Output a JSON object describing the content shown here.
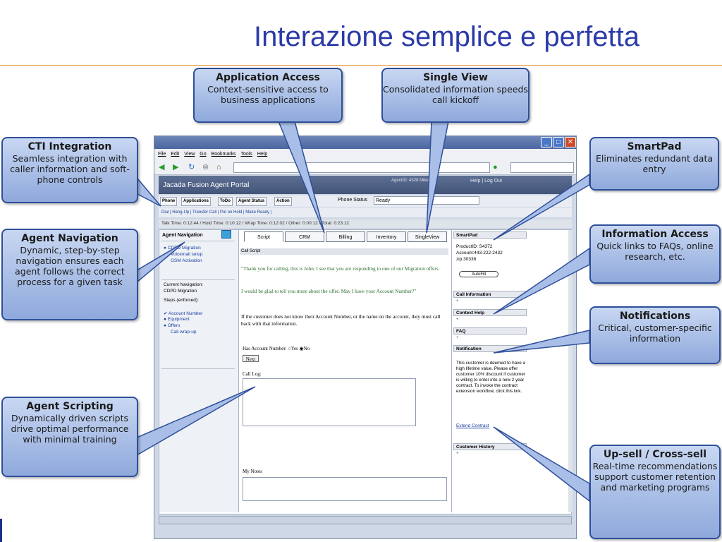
{
  "slide_title": "Interazione semplice e perfetta",
  "browser": {
    "menu": [
      "File",
      "Edit",
      "View",
      "Go",
      "Bookmarks",
      "Tools",
      "Help"
    ],
    "portal_name": "Jacada Fusion Agent Portal",
    "agent_id": "AgentID: 4328 Mike",
    "help_links": "Help | Log Out",
    "nav_tabs": [
      "Phone",
      "Applications",
      "ToDo",
      "Agent Status",
      "Action"
    ],
    "phone_status_label": "Phone Status",
    "phone_status_value": "Ready",
    "call_controls": "Dial | Hang-Up | Transfer Call | Put on Hold | Make Ready |",
    "timers": "Talk Time: 0:12:44 / Hold Time: 0:10:12 / Wrap Time: 0:12:02 / Other: 0:00:12 / Total: 0:23:12"
  },
  "left_nav": {
    "title": "Agent Navigation",
    "items": [
      "CDPD Migration",
      "Voicemail setup",
      "GSM Activation"
    ],
    "current_label": "Current Navigation:",
    "current_value": "CDPD Migration",
    "steps_label": "Steps (enforced):",
    "steps": [
      "Account Number",
      "Equipment",
      "Offers",
      "Call wrap-up"
    ]
  },
  "tabs": [
    "Script",
    "CRM",
    "Billing",
    "Inventory",
    "SingleView"
  ],
  "script": {
    "header": "Call Script",
    "p1": "\"Thank you for calling, this is John. I see that you are responding to one of our Migration offers.",
    "p2": "I would be glad to tell you more about the offer. May I have your Account Number?\"",
    "p3": "If the customer does not know their Account Number, or the name on the account, they must call back with that information.",
    "has_account_label": "Has Account Number:",
    "yes": "Yes",
    "no": "No",
    "next": "Next",
    "call_log": "Call Log:",
    "my_notes": "My Notes"
  },
  "right_pane": {
    "smartpad": "SmartPad",
    "product": "ProductID: S4372",
    "account": "Account:443-222-2432",
    "zip": "zip:30338",
    "autofill": "AutoFill",
    "call_info": "Call Information",
    "context_help": "Context Help",
    "faq": "FAQ",
    "notification": "Notification",
    "notification_text": "This customer is deemed to have a high lifetime value. Please offer customer 10% discount if customer is willing to enter into a new 2 year contract. To invoke the contract extension workflow, click this link.",
    "extend": "Extend Contract",
    "history": "Customer History"
  },
  "callouts": [
    {
      "id": "app-access",
      "title": "Application Access",
      "desc": "Context-sensitive access to business applications"
    },
    {
      "id": "single-view",
      "title": "Single View",
      "desc": "Consolidated information speeds call kickoff"
    },
    {
      "id": "cti",
      "title": "CTI Integration",
      "desc": "Seamless integration with caller information and soft-phone controls"
    },
    {
      "id": "smartpad",
      "title": "SmartPad",
      "desc": "Eliminates redundant data entry"
    },
    {
      "id": "agent-nav",
      "title": "Agent Navigation",
      "desc": "Dynamic, step-by-step navigation ensures each agent follows the correct process for a given task"
    },
    {
      "id": "info-access",
      "title": "Information Access",
      "desc": "Quick links to FAQs, online research, etc."
    },
    {
      "id": "notifications",
      "title": "Notifications",
      "desc": "Critical, customer-specific information"
    },
    {
      "id": "agent-scripting",
      "title": "Agent Scripting",
      "desc": "Dynamically driven scripts drive optimal performance with minimal training"
    },
    {
      "id": "upsell",
      "title": "Up-sell / Cross-sell",
      "desc": "Real-time recommendations support customer retention and marketing programs"
    }
  ],
  "colors": {
    "title": "#2a3aa8",
    "callout_border": "#2f4f9a",
    "callout_fill": "#a9bfe8"
  }
}
